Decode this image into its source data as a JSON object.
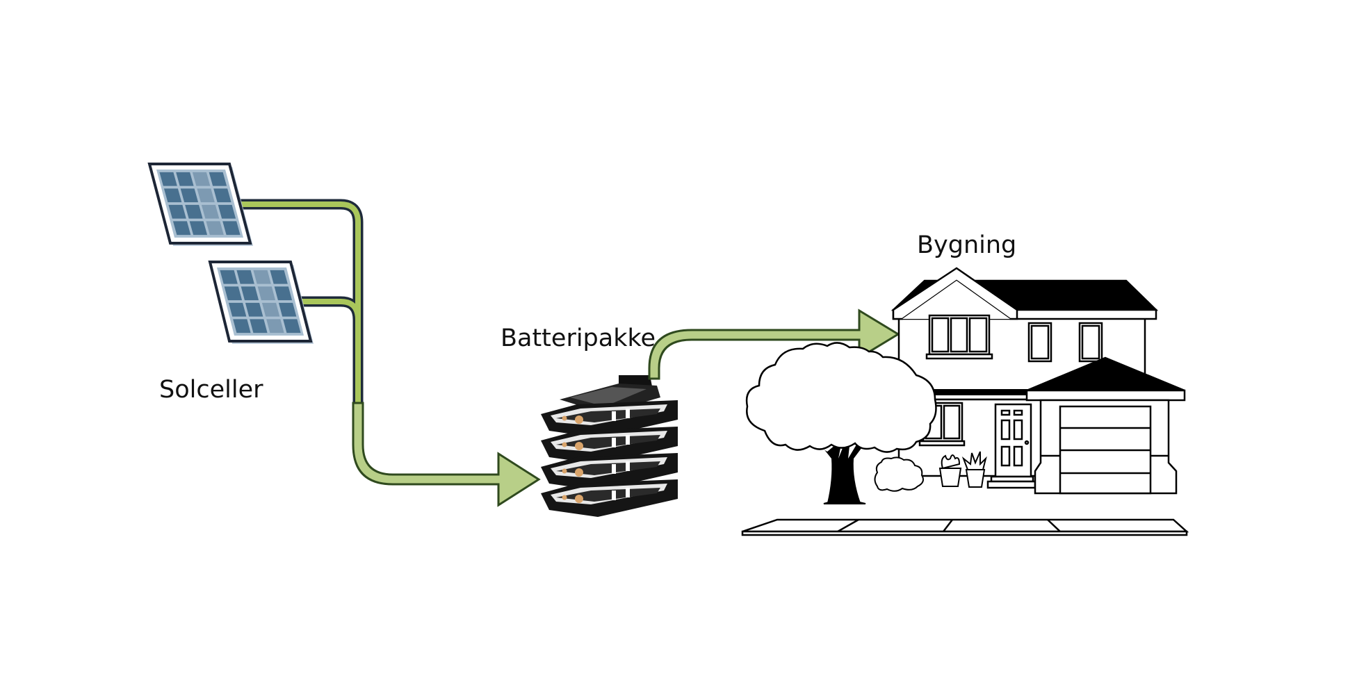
{
  "labels": {
    "solar": "Solceller",
    "battery": "Batteripakke",
    "building": "Bygning"
  },
  "components": [
    {
      "id": "solar-panels",
      "name": "Solceller",
      "count": 2,
      "icon": "solar-panel-icon"
    },
    {
      "id": "battery-pack",
      "name": "Batteripakke",
      "modules": 4,
      "icon": "battery-stack-icon"
    },
    {
      "id": "building",
      "name": "Bygning",
      "icon": "house-icon"
    }
  ],
  "flows": [
    {
      "from": "Solceller",
      "to": "Batteripakke"
    },
    {
      "from": "Batteripakke",
      "to": "Bygning"
    }
  ],
  "colors": {
    "arrow_fill": "#b8cf88",
    "arrow_stroke": "#2f4a1e",
    "wire_fill": "#a9c65b",
    "wire_stroke": "#1e2a3a",
    "panel_cell": "#4a6e8c",
    "panel_frame": "#1d2636",
    "house_line": "#000000"
  }
}
